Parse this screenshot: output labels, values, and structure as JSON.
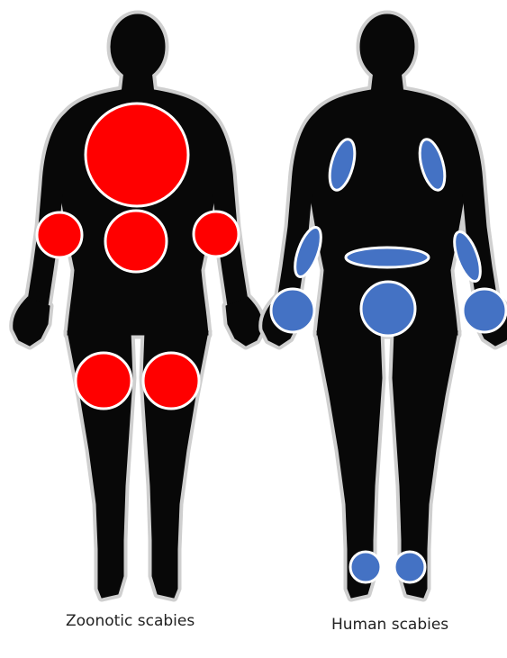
{
  "colors": {
    "silhouette": "#080808",
    "outline": "#cfcfcf",
    "zoonotic_marker": "#ff0000",
    "human_marker": "#4472c4",
    "marker_border": "#ffffff"
  },
  "figures": [
    {
      "caption": "Zoonotic scabies",
      "marker_color": "#ff0000",
      "sites": [
        "chest",
        "abdomen",
        "left elbow",
        "right elbow",
        "left thigh",
        "right thigh"
      ]
    },
    {
      "caption": "Human scabies",
      "marker_color": "#4472c4",
      "sites": [
        "left upper arm",
        "right upper arm",
        "left forearm",
        "right forearm",
        "waist",
        "groin",
        "left hand",
        "right hand",
        "left foot",
        "right foot"
      ]
    }
  ]
}
